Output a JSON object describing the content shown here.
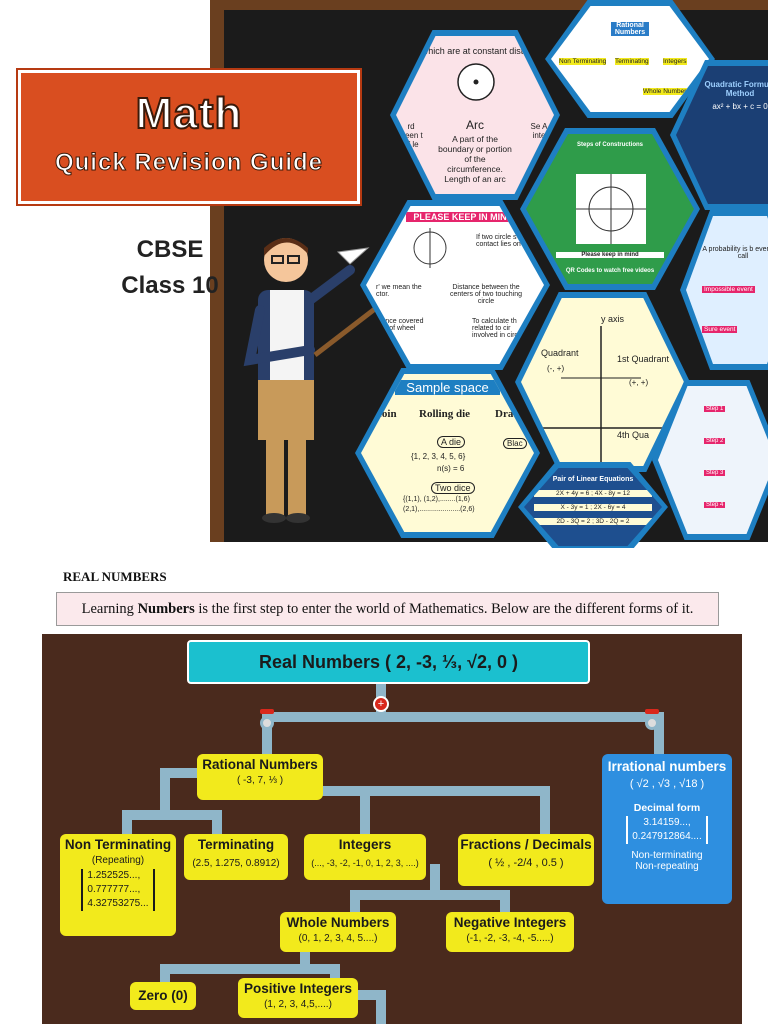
{
  "cover": {
    "title": "Math",
    "subtitle": "Quick Revision Guide",
    "board": "CBSE",
    "class_label": "Class 10",
    "hex_tiles": {
      "circle": {
        "top_text": "which are at constant dista",
        "arc_title": "Arc",
        "arc_desc": "A part of the boundary or portion of the circumference. Length of an arc",
        "left_frag": "rd ween t of le",
        "right_frag": "Se A inte"
      },
      "rational_tree": {
        "title": "Rational Numbers",
        "nt": "Non Terminating",
        "t": "Terminating",
        "i": "Integers",
        "w": "Whole Numbers"
      },
      "quadratic": {
        "title": "Quadratic Formula Method",
        "eq": "ax² + bx + c = 0"
      },
      "keep_in_mind": {
        "banner": "PLEASE KEEP IN MIN",
        "note1": "If two circle s contact lies on",
        "left1": "r' we mean the ctor.",
        "left2": "stance covered nce of wheel",
        "mid": "Distance between the centers of two touching circle",
        "right": "To calculate th related to cir involved in circle Ar"
      },
      "constructions": {
        "title": "Steps of Constructions",
        "footer": "Please keep in mind",
        "qr": "QR Codes to watch free videos"
      },
      "probability": {
        "title": "A probability is b event (E) call",
        "impossible": "Impossible event",
        "sure": "Sure event"
      },
      "coordinates": {
        "axis": "y axis",
        "q2": "Quadrant",
        "q2_sign": "(-, +)",
        "q1": "1st Quadrant",
        "q1_sign": "(+, +)",
        "q4": "4th Qua"
      },
      "sample_space": {
        "banner": "Sample space",
        "c1": "coin",
        "c2": "Rolling die",
        "c3": "Dra",
        "die": "A die",
        "die_set": "{1, 2, 3, 4, 5, 6}",
        "die_n": "n(s) = 6",
        "dice": "Two dice",
        "dice_set1": "{(1,1), (1,2),........(1,6)",
        "dice_set2": "(2,1),.....................(2,6)",
        "blac": "Blac"
      },
      "linear": {
        "title": "Pair of Linear Equations",
        "eq1": "2X + 4y = 6  ;  4X - 8y = 12",
        "eq2": "X - 3y = 1  ;  2X - 6y = 4",
        "eq3": "2D - 3Q = 2  ;  3D - 2Q = 2"
      },
      "steps": {
        "s1": "Step 1",
        "s2": "Step 2",
        "s3": "Step 3",
        "s4": "Step 4"
      }
    }
  },
  "section_heading": "REAL NUMBERS",
  "intro": {
    "pre": "Learning ",
    "bold": "Numbers",
    "post": " is the first step to enter the world of Mathematics. Below are the different forms of it."
  },
  "tree": {
    "root": "Real Numbers ( 2, -3, ⅓, √2, 0 )",
    "rational": {
      "title": "Rational Numbers",
      "examples": "( -3, 7, ⅓ )"
    },
    "irrational": {
      "title": "Irrational numbers",
      "examples": "( √2 , √3 , √18 )",
      "decimal_form": "Decimal form",
      "d1": "3.14159...,",
      "d2": "0.247912864....",
      "p1": "Non-terminating",
      "p2": "Non-repeating"
    },
    "non_terminating": {
      "title": "Non Terminating",
      "sub": "(Repeating)",
      "v1": "1.252525...,",
      "v2": "0.777777...,",
      "v3": "4.32753275..."
    },
    "terminating": {
      "title": "Terminating",
      "examples": "(2.5, 1.275, 0.8912)"
    },
    "integers": {
      "title": "Integers",
      "examples": "(..., -3, -2, -1, 0, 1, 2, 3, ....)"
    },
    "fractions": {
      "title": "Fractions / Decimals",
      "examples": "( ½ , -2/4 , 0.5 )"
    },
    "whole": {
      "title": "Whole Numbers",
      "examples": "(0, 1, 2, 3, 4, 5....)"
    },
    "negative": {
      "title": "Negative Integers",
      "examples": "(-1, -2, -3, -4, -5.....)"
    },
    "zero": {
      "title": "Zero (0)"
    },
    "positive": {
      "title": "Positive Integers",
      "examples": "(1, 2, 3, 4,5,....)"
    }
  }
}
